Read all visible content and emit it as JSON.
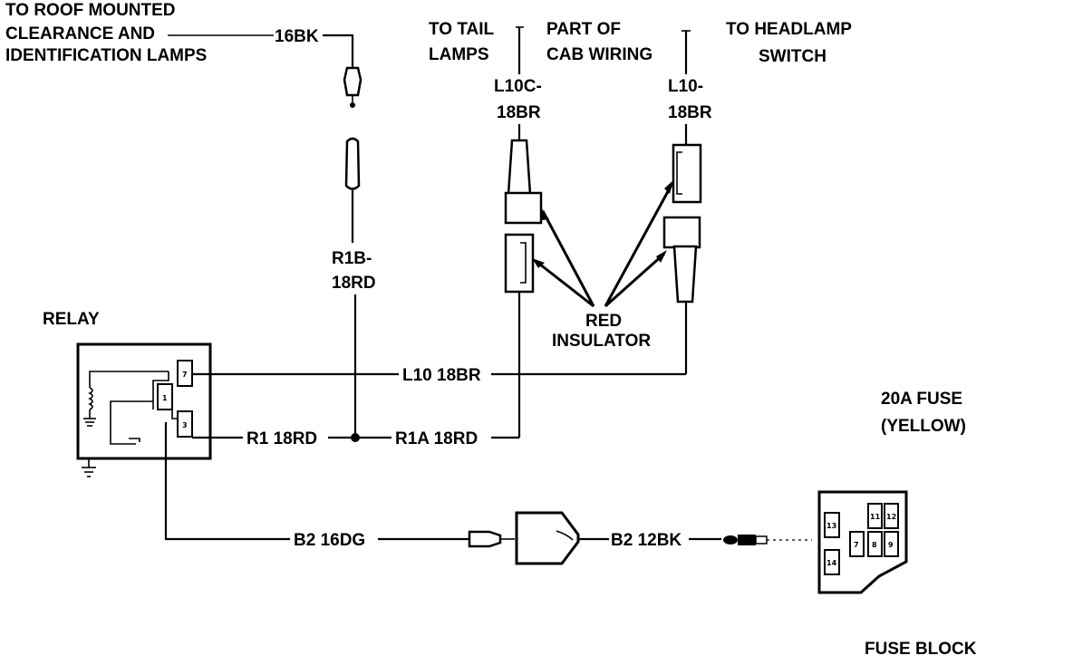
{
  "labels": {
    "roof_line1": "TO ROOF MOUNTED",
    "roof_line2": "CLEARANCE AND",
    "roof_line3": "IDENTIFICATION LAMPS",
    "wire_16bk": "16BK",
    "tail_line1": "TO TAIL",
    "tail_line2": "LAMPS",
    "cab_line1": "PART OF",
    "cab_line2": "CAB WIRING",
    "head_line1": "TO HEADLAMP",
    "head_line2": "SWITCH",
    "l10c_line1": "L10C-",
    "l10c_line2": "18BR",
    "l10_line1": "L10-",
    "l10_line2": "18BR",
    "r1b_line1": "R1B-",
    "r1b_line2": "18RD",
    "relay": "RELAY",
    "red_line1": "RED",
    "red_line2": "INSULATOR",
    "wire_l10": "L10 18BR",
    "wire_r1": "R1 18RD",
    "wire_r1a": "R1A 18RD",
    "fuse_line1": "20A FUSE",
    "fuse_line2": "(YELLOW)",
    "wire_b2_16dg": "B2 16DG",
    "wire_b2_12bk": "B2 12BK",
    "fuse_block": "FUSE BLOCK"
  },
  "relay_terminals": [
    "7",
    "1",
    "3"
  ],
  "fuse_slots": [
    "13",
    "11",
    "12",
    "7",
    "8",
    "9",
    "14"
  ]
}
